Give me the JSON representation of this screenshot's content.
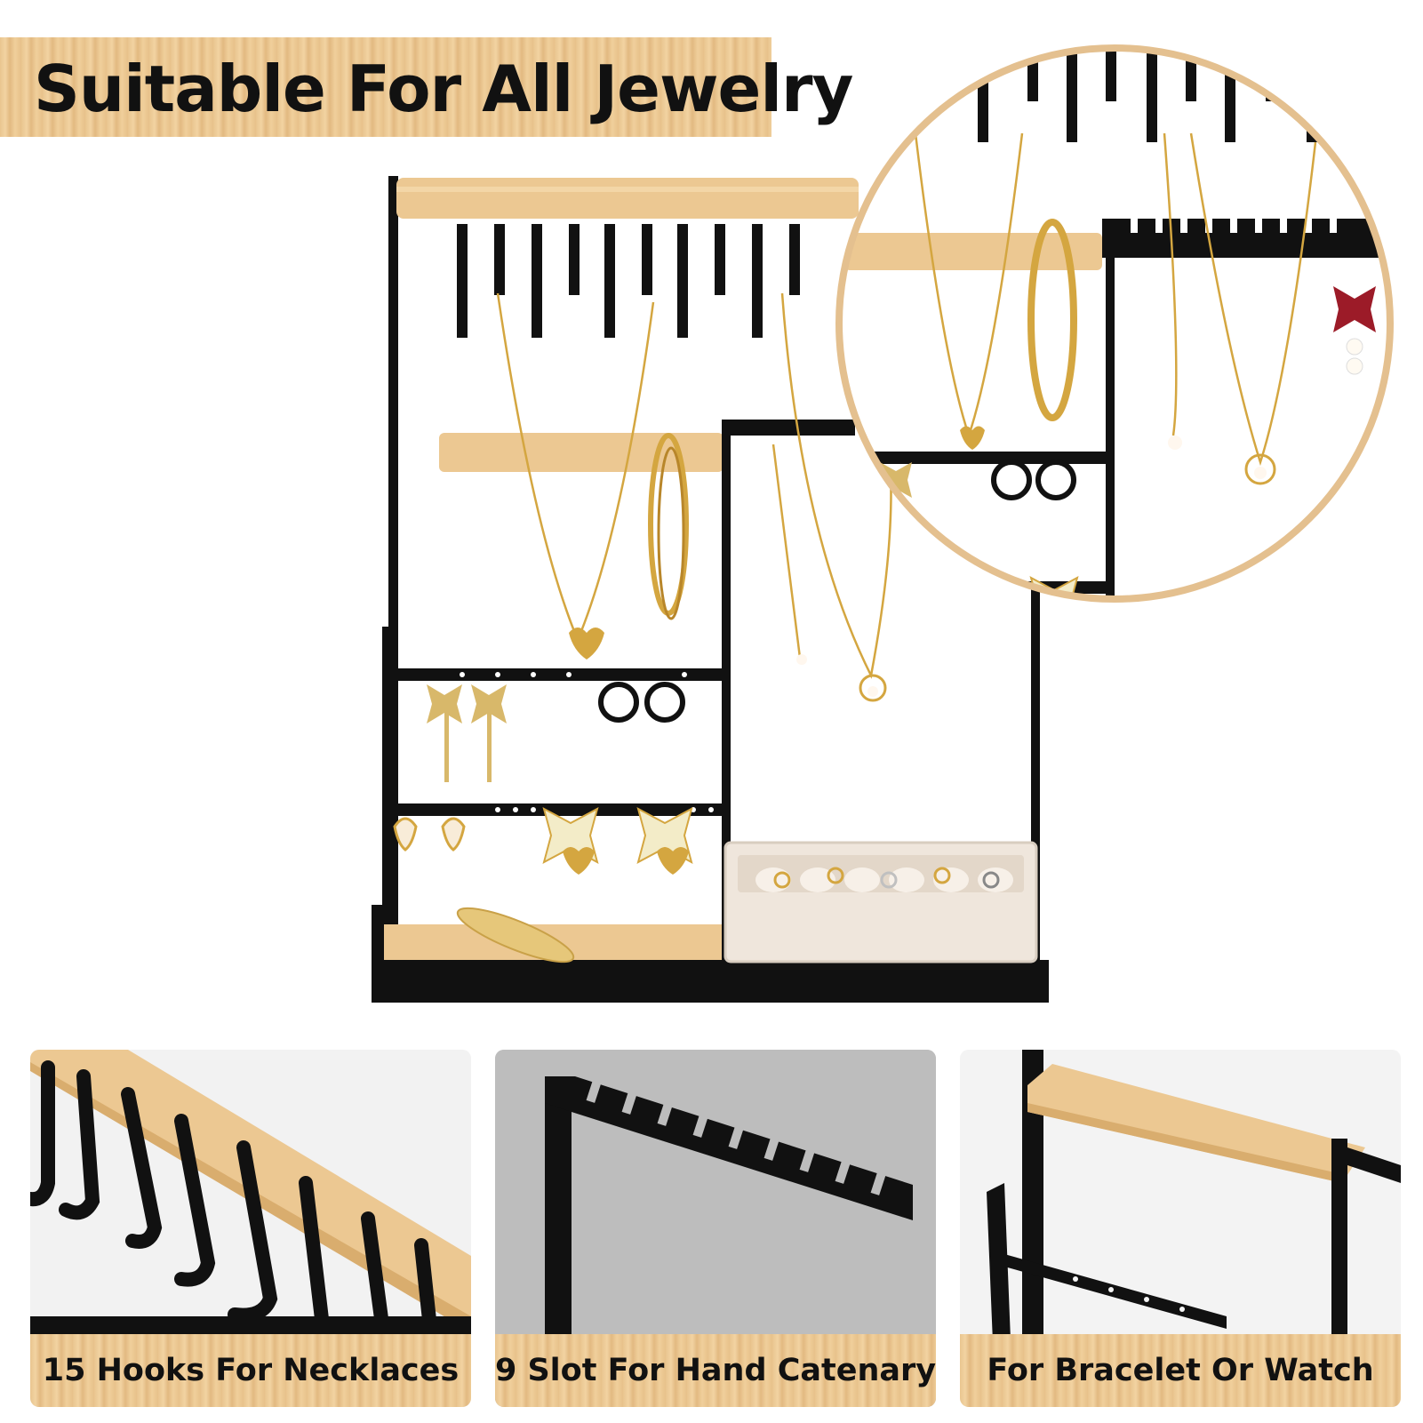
{
  "title": "Suitable For All Jewelry",
  "panels": [
    {
      "caption": "15 Hooks For Necklaces",
      "icon": "hook-rail-closeup"
    },
    {
      "caption": "9 Slot For Hand Catenary",
      "icon": "slot-bar-closeup"
    },
    {
      "caption": "For Bracelet Or Watch",
      "icon": "wood-bar-closeup"
    }
  ],
  "colors": {
    "wood": "#ecc892",
    "metal": "#111111",
    "velvet": "#efe6dc",
    "gold": "#d4a640",
    "zoom_border": "#e4c08f"
  }
}
